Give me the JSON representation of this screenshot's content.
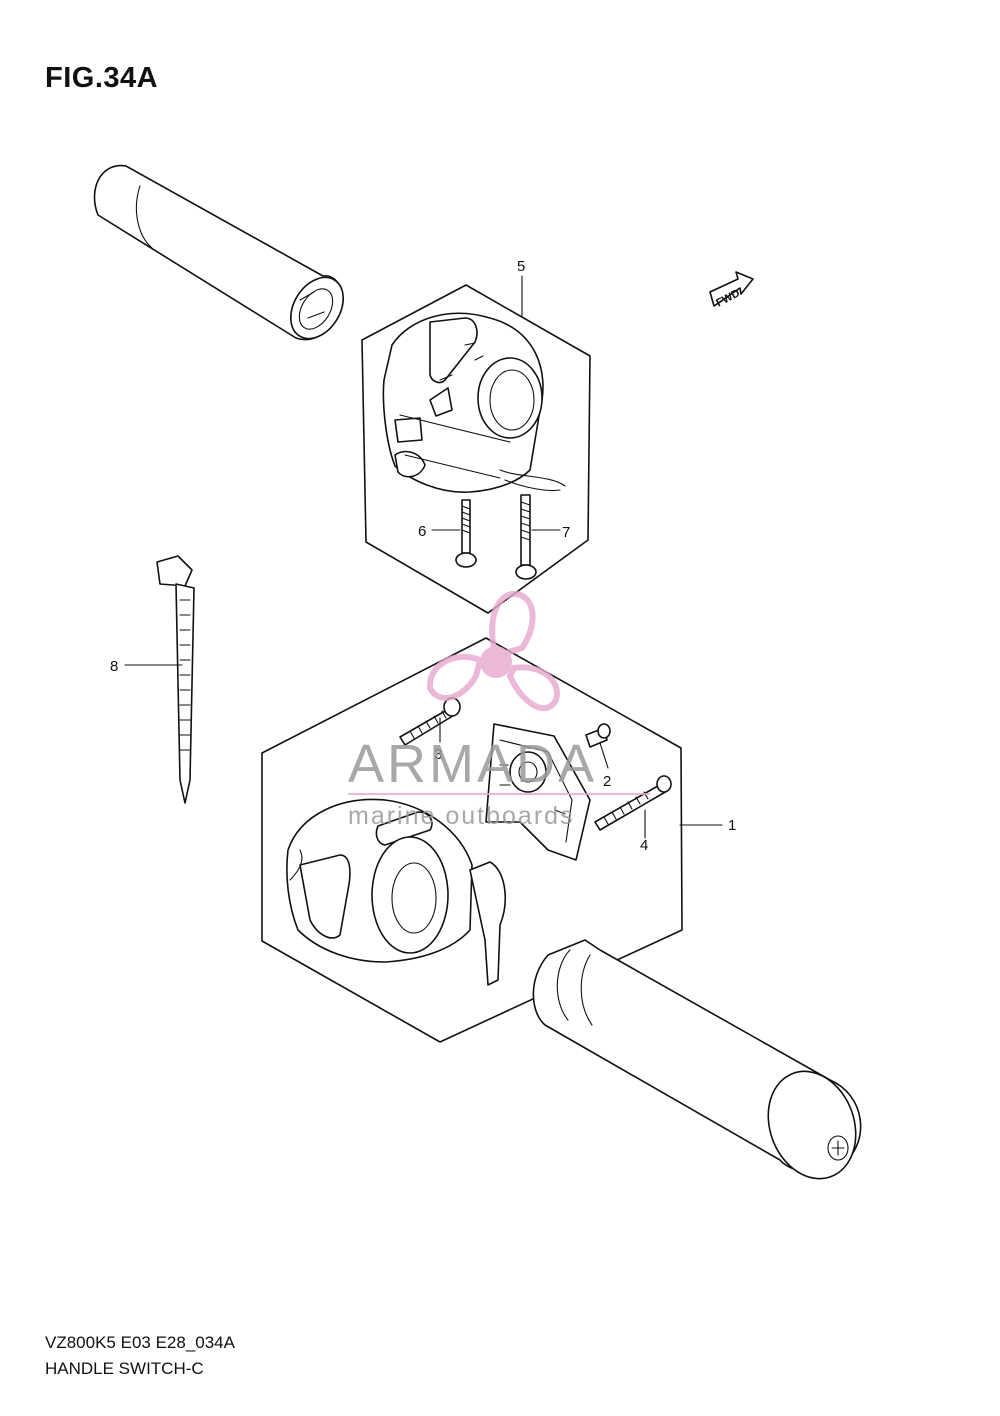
{
  "figure": {
    "title": "FIG.34A"
  },
  "footer": {
    "model_code": "VZ800K5 E03 E28_034A",
    "name": "HANDLE SWITCH-C"
  },
  "direction_marker": {
    "label": "FWD",
    "icon": "arrow-right-icon"
  },
  "callouts": [
    {
      "number": "1"
    },
    {
      "number": "2"
    },
    {
      "number": "3"
    },
    {
      "number": "4"
    },
    {
      "number": "5"
    },
    {
      "number": "6"
    },
    {
      "number": "7"
    },
    {
      "number": "8"
    }
  ],
  "watermark": {
    "brand": "ARMADA",
    "tagline": "marine outboards",
    "color": "#e8a7cf",
    "icon": "propeller-logo"
  }
}
